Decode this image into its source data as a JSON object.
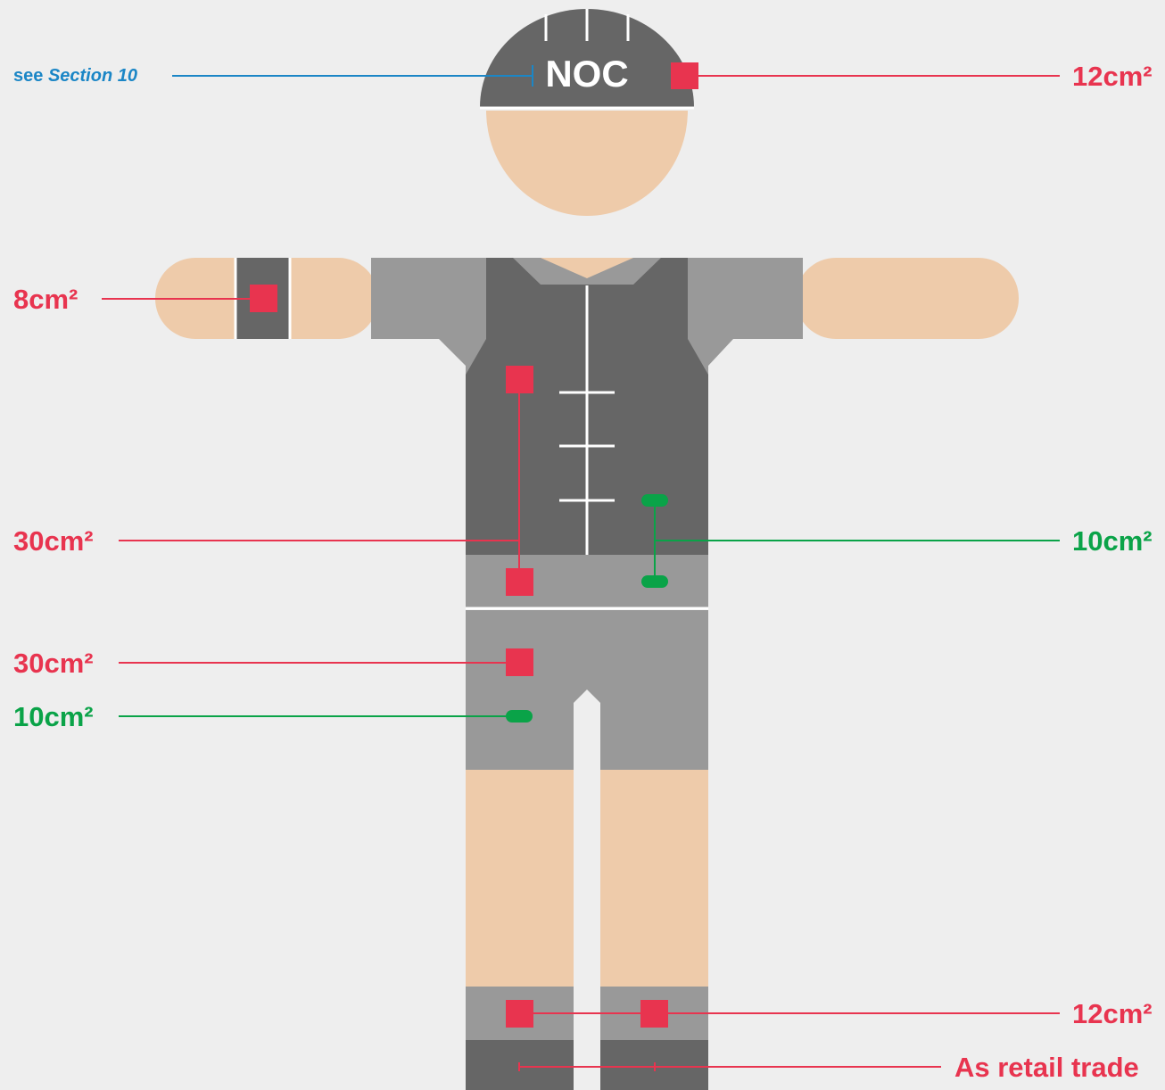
{
  "helmet": {
    "text": "NOC"
  },
  "callouts": {
    "helmet_reference": {
      "prefix": "see",
      "section": "Section 10"
    },
    "helmet_size": "12cm²",
    "wristband_size": "8cm²",
    "torso_size": "30cm²",
    "torso_manufacturer_size": "10cm²",
    "shorts_size": "30cm²",
    "shorts_manufacturer_size": "10cm²",
    "socks_size": "12cm²",
    "shoes_rule": "As retail trade"
  },
  "colors": {
    "background": "#eeeeee",
    "dark_grey": "#666666",
    "light_grey": "#999999",
    "skin": "#eecbaa",
    "identification_red": "#e8344f",
    "manufacturer_green": "#0aa348",
    "reference_blue": "#1b86c6"
  }
}
